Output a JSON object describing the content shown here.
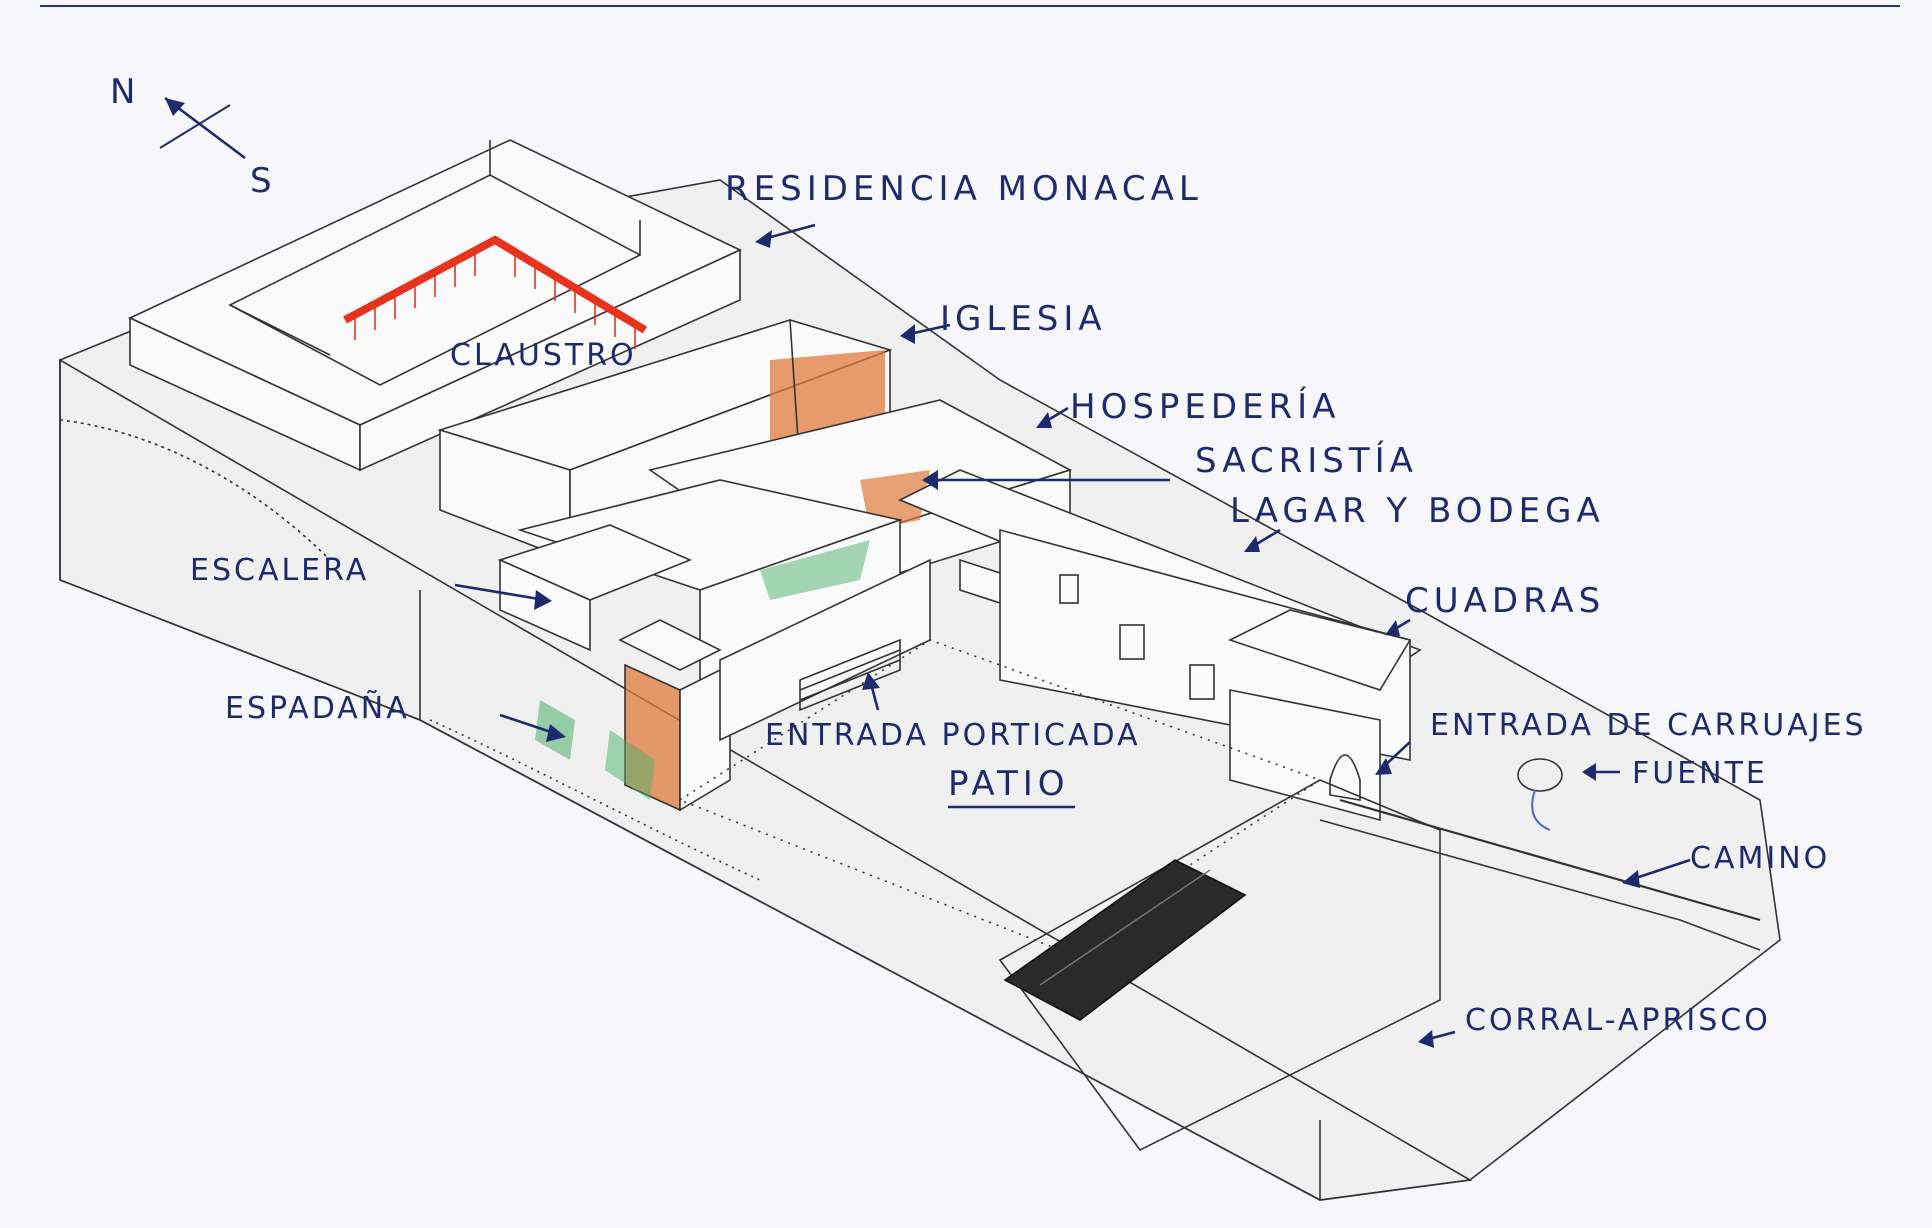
{
  "compass": {
    "north": "N",
    "south": "S"
  },
  "labels": {
    "residencia": "RESIDENCIA MONACAL",
    "iglesia": "IGLESIA",
    "claustro": "CLAUSTRO",
    "hospederia": "HOSPEDERÍA",
    "sacristia": "SACRISTÍA",
    "lagar": "LAGAR Y BODEGA",
    "escalera": "ESCALERA",
    "cuadras": "CUADRAS",
    "espadana": "ESPADAÑA",
    "entrada_porticada": "ENTRADA PORTICADA",
    "patio": "PATIO",
    "entrada_carruajes": "ENTRADA DE CARRUAJES",
    "fuente": "FUENTE",
    "camino": "CAMINO",
    "corral": "CORRAL-APRISCO"
  },
  "colors": {
    "ink": "#1d2b6e",
    "cloister_red": "#e8321e",
    "brick_orange": "#e07a3c",
    "moss_green": "#4caf6a",
    "roof_dark": "#2a2a2a"
  }
}
